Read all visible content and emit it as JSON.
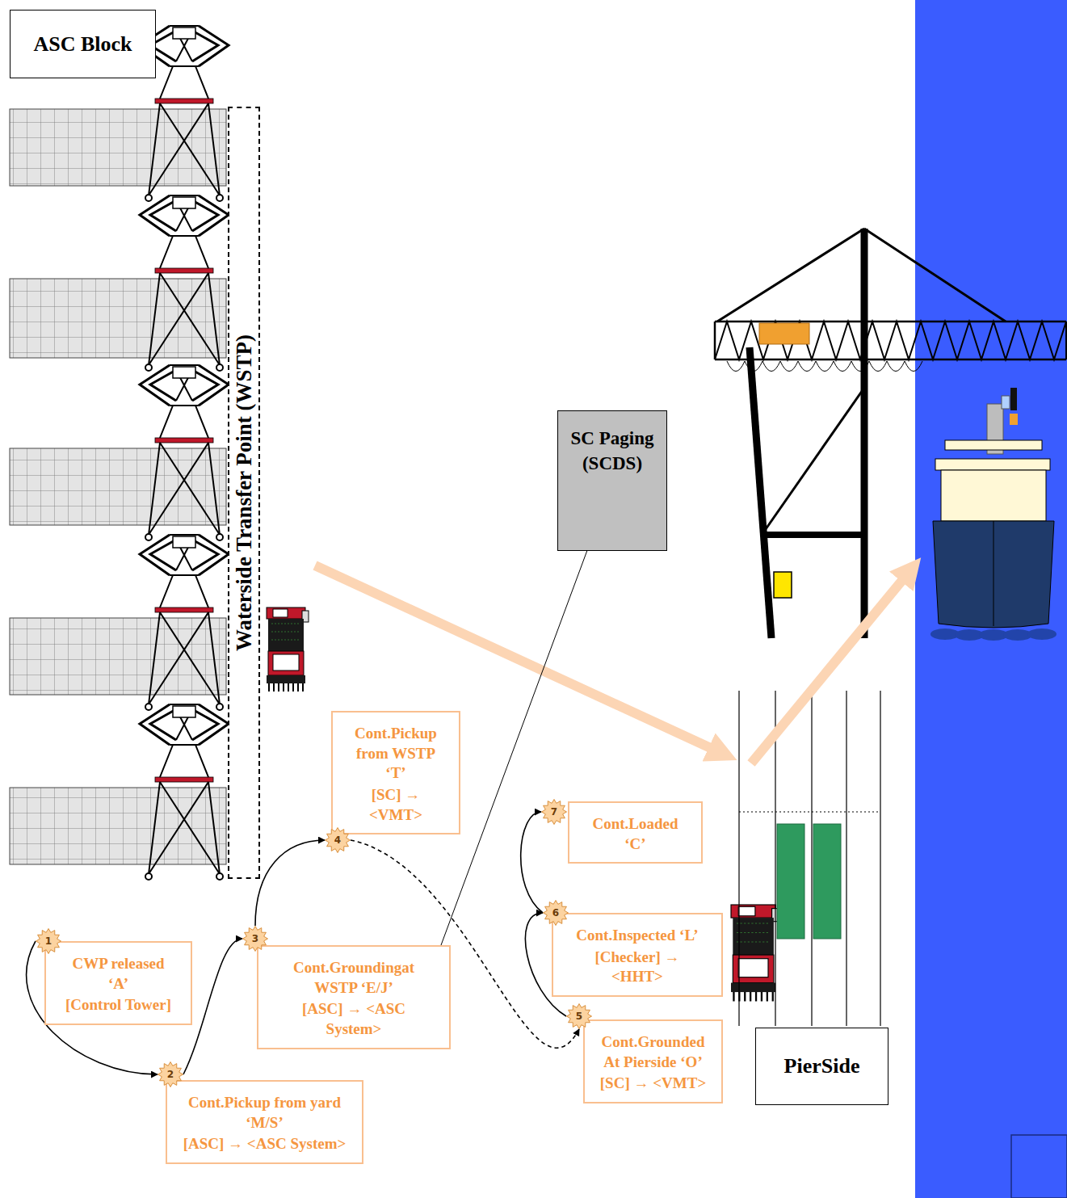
{
  "diagram": {
    "nodes": [
      {
        "text": [
          "ASC Block"
        ]
      },
      {
        "text": [
          "Waterside Transfer Point (WSTP)"
        ]
      },
      {
        "text": [
          "SC Paging (SCDS)"
        ]
      },
      {
        "text": [
          "PierSide"
        ]
      },
      {
        "text": [
          "1"
        ]
      },
      {
        "text": [
          "CWP released ‘A’",
          "[Control Tower]"
        ]
      },
      {
        "text": [
          "2"
        ]
      },
      {
        "text": [
          "Cont.Pickup from yard ‘M/S’",
          "[ASC] → <ASC System>"
        ]
      },
      {
        "text": [
          "3"
        ]
      },
      {
        "text": [
          "Cont.Groundingat WSTP ‘E/J’",
          "[ASC] → <ASC System>"
        ]
      },
      {
        "text": [
          "4"
        ]
      },
      {
        "text": [
          "Cont.Pickup from WSTP ‘T’",
          "[SC] → <VMT>"
        ]
      },
      {
        "text": [
          "5"
        ]
      },
      {
        "text": [
          "Cont.Grounded At Pierside ‘O’",
          "[SC] → <VMT>"
        ]
      },
      {
        "text": [
          "6"
        ]
      },
      {
        "text": [
          "Cont.Inspected ‘L’",
          "[Checker] → <HHT>"
        ]
      },
      {
        "text": [
          "7"
        ]
      },
      {
        "text": [
          "Cont.Loaded ‘C’"
        ]
      }
    ],
    "edges": [
      {
        "from": 4,
        "to": 6,
        "arrow": "to"
      },
      {
        "from": 6,
        "to": 8,
        "arrow": "to"
      },
      {
        "from": 8,
        "to": 10,
        "arrow": "to"
      },
      {
        "from": 10,
        "to": 12,
        "arrow": "to"
      },
      {
        "from": 12,
        "to": 14,
        "arrow": "to"
      },
      {
        "from": 14,
        "to": 16,
        "arrow": "to"
      },
      {
        "from": 2,
        "to": 9,
        "arrow": "none"
      }
    ]
  }
}
